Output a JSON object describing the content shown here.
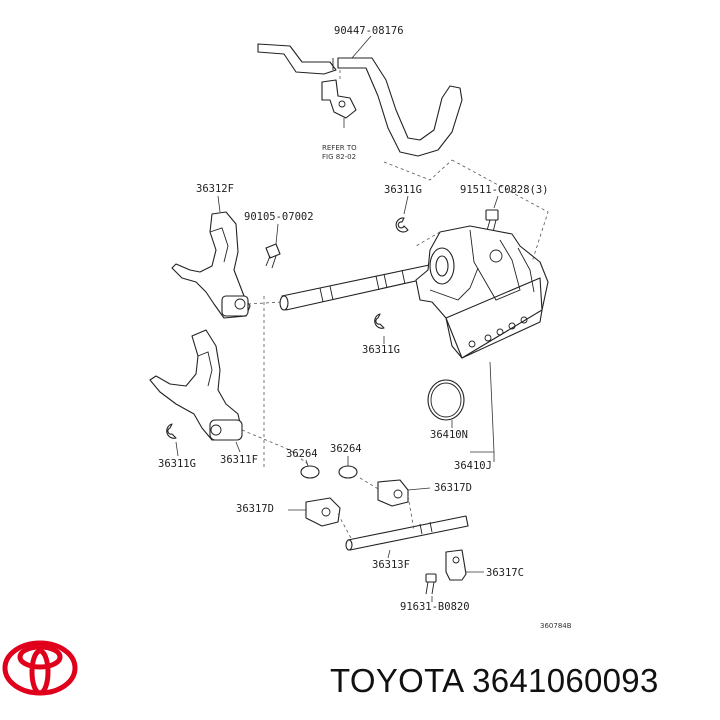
{
  "diagram": {
    "labels": {
      "p90447": "90447-08176",
      "refer_line1": "REFER TO",
      "refer_line2": "FIG 82-02",
      "p36312F": "36312F",
      "p90105": "90105-07002",
      "p36311G_top": "36311G",
      "p91511": "91511-C0828(3)",
      "p36311G_mid": "36311G",
      "p36311G_left": "36311G",
      "p36311F": "36311F",
      "p36264_a": "36264",
      "p36264_b": "36264",
      "p36410N": "36410N",
      "p36410J": "36410J",
      "p36317D_right": "36317D",
      "p36317D_left": "36317D",
      "p36313F": "36313F",
      "p36317C": "36317C",
      "p91631": "91631-B0820",
      "figure_code": "360784B"
    }
  },
  "brand": {
    "logo_color": "#e0001b",
    "caption": "TOYOTA 3641060093"
  }
}
